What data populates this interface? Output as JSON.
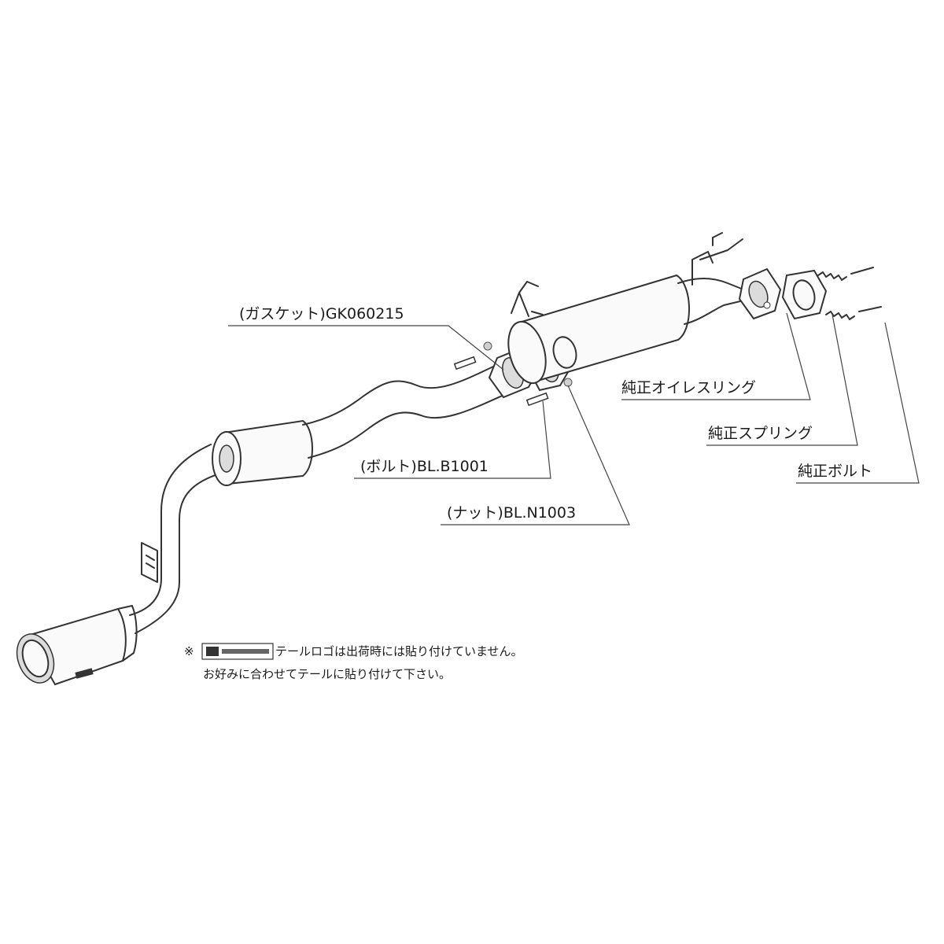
{
  "labels": {
    "gasket": "(ガスケット)GK060215",
    "bolt": "(ボルト)BL.B1001",
    "nut": "(ナット)BL.N1003",
    "oilless_ring": "純正オイレスリング",
    "spring": "純正スプリング",
    "genuine_bolt": "純正ボルト"
  },
  "note": {
    "line1": "テールロゴは出荷時には貼り付けていません。",
    "line2": "お好みに合わせてテールに貼り付けて下さい。",
    "mark": "※"
  }
}
